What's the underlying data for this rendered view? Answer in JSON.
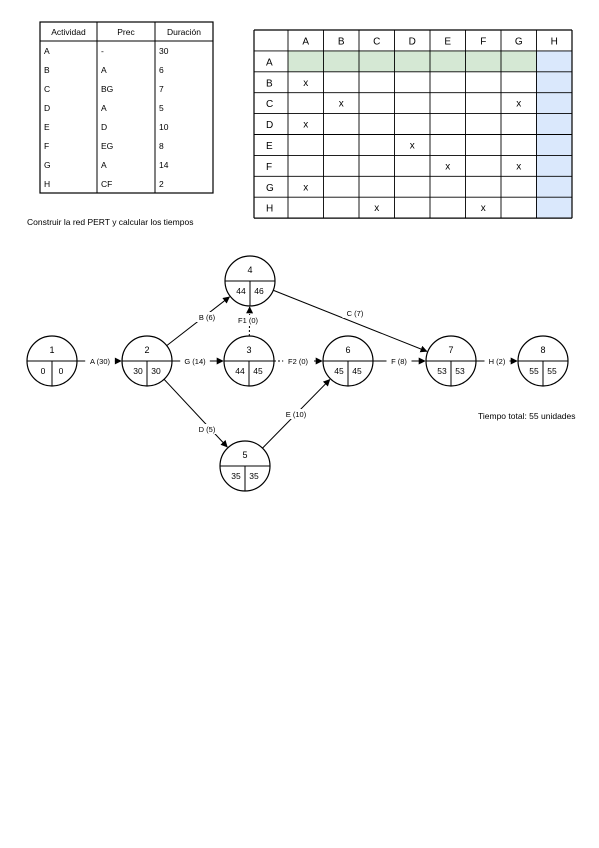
{
  "activity_table": {
    "headers": [
      "Actividad",
      "Prec",
      "Duración"
    ],
    "rows": [
      [
        "A",
        "-",
        "30"
      ],
      [
        "B",
        "A",
        "6"
      ],
      [
        "C",
        "BG",
        "7"
      ],
      [
        "D",
        "A",
        "5"
      ],
      [
        "E",
        "D",
        "10"
      ],
      [
        "F",
        "EG",
        "8"
      ],
      [
        "G",
        "A",
        "14"
      ],
      [
        "H",
        "CF",
        "2"
      ]
    ]
  },
  "matrix": {
    "cols": [
      "A",
      "B",
      "C",
      "D",
      "E",
      "F",
      "G",
      "H"
    ],
    "rows": [
      "A",
      "B",
      "C",
      "D",
      "E",
      "F",
      "G",
      "H"
    ],
    "marks": [
      [
        "",
        "",
        "",
        "",
        "",
        "",
        "",
        ""
      ],
      [
        "x",
        "",
        "",
        "",
        "",
        "",
        "",
        ""
      ],
      [
        "",
        "x",
        "",
        "",
        "",
        "",
        "x",
        ""
      ],
      [
        "x",
        "",
        "",
        "",
        "",
        "",
        "",
        ""
      ],
      [
        "",
        "",
        "",
        "x",
        "",
        "",
        "",
        ""
      ],
      [
        "",
        "",
        "",
        "",
        "x",
        "",
        "x",
        ""
      ],
      [
        "x",
        "",
        "",
        "",
        "",
        "",
        "",
        ""
      ],
      [
        "",
        "",
        "x",
        "",
        "",
        "x",
        "",
        ""
      ]
    ],
    "row_highlight_color": "#d5e8d4",
    "col_highlight_color": "#dae8fc",
    "col_highlight_border": "#6c8ebf"
  },
  "instruction": "Construir la red PERT y calcular los tiempos",
  "pert": {
    "nodes": [
      {
        "id": "1",
        "early": "0",
        "late": "0"
      },
      {
        "id": "2",
        "early": "30",
        "late": "30"
      },
      {
        "id": "3",
        "early": "44",
        "late": "45"
      },
      {
        "id": "4",
        "early": "44",
        "late": "46"
      },
      {
        "id": "5",
        "early": "35",
        "late": "35"
      },
      {
        "id": "6",
        "early": "45",
        "late": "45"
      },
      {
        "id": "7",
        "early": "53",
        "late": "53"
      },
      {
        "id": "8",
        "early": "55",
        "late": "55"
      }
    ],
    "edges": [
      {
        "from": "1",
        "to": "2",
        "label": "A (30)",
        "dashed": false
      },
      {
        "from": "2",
        "to": "4",
        "label": "B (6)",
        "dashed": false
      },
      {
        "from": "2",
        "to": "3",
        "label": "G (14)",
        "dashed": false
      },
      {
        "from": "2",
        "to": "5",
        "label": "D (5)",
        "dashed": false
      },
      {
        "from": "3",
        "to": "4",
        "label": "F1 (0)",
        "dashed": true
      },
      {
        "from": "3",
        "to": "6",
        "label": "F2 (0)",
        "dashed": true
      },
      {
        "from": "4",
        "to": "7",
        "label": "C (7)",
        "dashed": false
      },
      {
        "from": "5",
        "to": "6",
        "label": "E (10)",
        "dashed": false
      },
      {
        "from": "6",
        "to": "7",
        "label": "F (8)",
        "dashed": false
      },
      {
        "from": "7",
        "to": "8",
        "label": "H (2)",
        "dashed": false
      }
    ]
  },
  "total_time": "Tiempo total: 55 unidades"
}
